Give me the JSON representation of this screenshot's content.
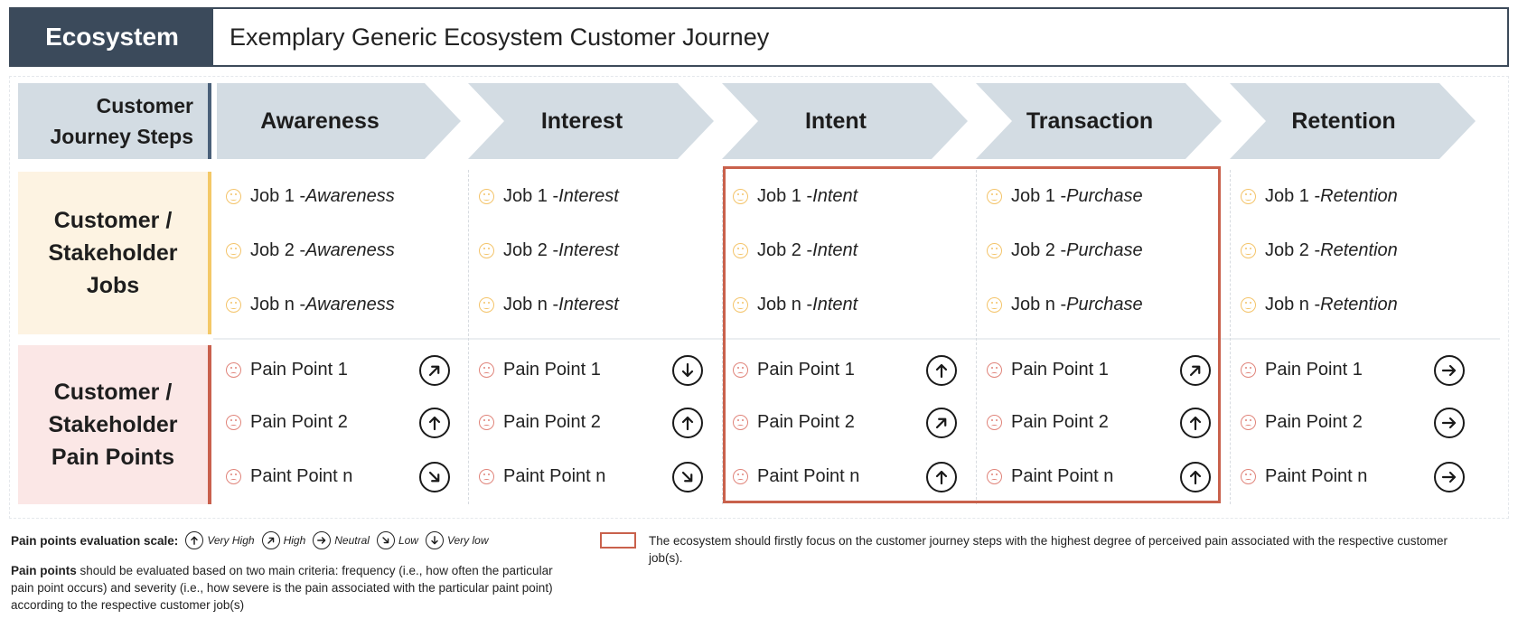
{
  "header": {
    "label": "Ecosystem",
    "title": "Exemplary Generic Ecosystem Customer Journey"
  },
  "row_labels": {
    "steps": "Customer Journey Steps",
    "jobs": "Customer / Stakeholder Jobs",
    "pains": "Customer / Stakeholder Pain Points"
  },
  "steps": [
    "Awareness",
    "Interest",
    "Intent",
    "Transaction",
    "Retention"
  ],
  "jobs": [
    [
      {
        "pre": "Job 1 - ",
        "it": "Awareness"
      },
      {
        "pre": "Job 2 - ",
        "it": "Awareness"
      },
      {
        "pre": "Job n - ",
        "it": "Awareness"
      }
    ],
    [
      {
        "pre": "Job 1 - ",
        "it": "Interest"
      },
      {
        "pre": "Job 2 - ",
        "it": "Interest"
      },
      {
        "pre": "Job n - ",
        "it": "Interest"
      }
    ],
    [
      {
        "pre": "Job 1  - ",
        "it": "Intent"
      },
      {
        "pre": "Job 2  - ",
        "it": "Intent"
      },
      {
        "pre": "Job n  - ",
        "it": "Intent"
      }
    ],
    [
      {
        "pre": "Job 1 - ",
        "it": "Purchase"
      },
      {
        "pre": "Job 2 - ",
        "it": "Purchase"
      },
      {
        "pre": "Job n - ",
        "it": "Purchase"
      }
    ],
    [
      {
        "pre": "Job 1 - ",
        "it": "Retention"
      },
      {
        "pre": "Job 2 - ",
        "it": "Retention"
      },
      {
        "pre": "Job n - ",
        "it": "Retention"
      }
    ]
  ],
  "pains": [
    [
      {
        "label": "Pain Point 1",
        "trend": "high"
      },
      {
        "label": "Pain Point 2",
        "trend": "very-high"
      },
      {
        "label": "Paint Point n",
        "trend": "low"
      }
    ],
    [
      {
        "label": "Pain Point 1",
        "trend": "very-low"
      },
      {
        "label": "Pain Point 2",
        "trend": "very-high"
      },
      {
        "label": "Paint Point n",
        "trend": "low"
      }
    ],
    [
      {
        "label": "Pain Point 1",
        "trend": "very-high"
      },
      {
        "label": "Pain Point 2",
        "trend": "high"
      },
      {
        "label": "Paint Point n",
        "trend": "very-high"
      }
    ],
    [
      {
        "label": "Pain Point 1",
        "trend": "high"
      },
      {
        "label": "Pain Point 2",
        "trend": "very-high"
      },
      {
        "label": "Paint Point n",
        "trend": "very-high"
      }
    ],
    [
      {
        "label": "Pain Point 1",
        "trend": "neutral"
      },
      {
        "label": "Pain Point 2",
        "trend": "neutral"
      },
      {
        "label": "Paint Point n",
        "trend": "neutral"
      }
    ]
  ],
  "legend": {
    "title": "Pain points evaluation scale:",
    "items": [
      {
        "trend": "very-high",
        "label": "Very High"
      },
      {
        "trend": "high",
        "label": "High"
      },
      {
        "trend": "neutral",
        "label": "Neutral"
      },
      {
        "trend": "low",
        "label": "Low"
      },
      {
        "trend": "very-low",
        "label": "Very low"
      }
    ],
    "note_bold": "Pain points",
    "note_rest": " should be evaluated based on two main criteria: frequency (i.e., how often the particular pain point occurs) and severity (i.e., how severe is the pain associated with the particular paint point) according to the respective customer job(s)",
    "focus_text": "The ecosystem should firstly focus on the customer journey steps with the highest degree of perceived pain associated with the respective customer job(s)."
  },
  "colors": {
    "header_bg": "#3b4a5b",
    "arrow_fill": "#d3dce3",
    "jobs_bg": "#fdf3e2",
    "jobs_accent": "#f4c867",
    "pains_bg": "#fbe7e6",
    "pains_accent": "#c9604d",
    "focus_border": "#c9614c"
  }
}
